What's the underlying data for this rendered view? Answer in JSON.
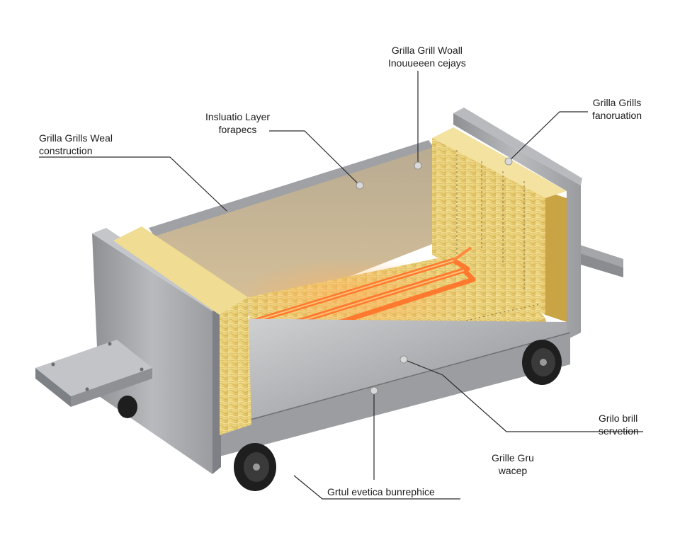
{
  "diagram": {
    "subject": "Insulated grill cart cutaway",
    "colors": {
      "background": "#ffffff",
      "steel_light": "#c9cacc",
      "steel_mid": "#a4a6a9",
      "steel_dark": "#7d8085",
      "insulation": "#e9d27a",
      "insulation_dark": "#c9a445",
      "inner_wall": "#c8b58f",
      "heating_element": "#ff7a2e",
      "heating_glow": "#ffb15c",
      "wheel": "#1e1e1e",
      "leader_line": "#2a2a2a"
    },
    "labels": [
      {
        "id": "top-center",
        "line1": "Grilla Grill Woall",
        "line2": "Inouueeen cejays"
      },
      {
        "id": "insulation-layer",
        "line1": "Insluatio Layer",
        "line2": "forapecs"
      },
      {
        "id": "left-construction",
        "line1": "Grilla Grills Weal",
        "line2": "construction"
      },
      {
        "id": "right-top",
        "line1": "Grilla Grills",
        "line2": "fanoruation"
      },
      {
        "id": "right-bottom",
        "line1": "Grilo brill",
        "line2": "servetion"
      },
      {
        "id": "bottom-right-mid",
        "line1": "Grille Gru",
        "line2": "wacep"
      },
      {
        "id": "bottom-center",
        "line1": "Grtul evetica bunrephice",
        "line2": ""
      }
    ]
  }
}
